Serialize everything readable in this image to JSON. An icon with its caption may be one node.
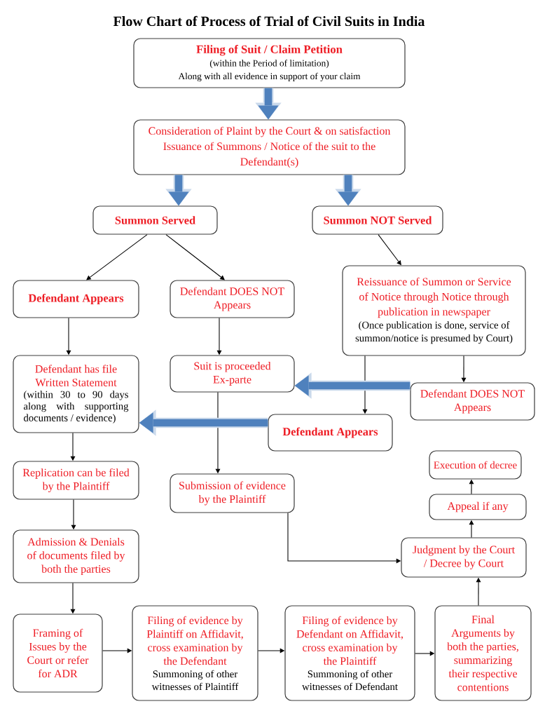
{
  "diagram": {
    "title": "Flow Chart of Process of Trial of Civil Suits in India",
    "nodes": [
      {
        "text": [
          "Filing of Suit / Claim Petition",
          "(within the Period of limitation)",
          "Along with all evidence in support of your claim"
        ]
      },
      {
        "text": [
          "Consideration of Plaint by the Court & on satisfaction Issuance of Summons / Notice of the suit to the Defendant(s)"
        ]
      },
      {
        "text": [
          "Summon Served"
        ]
      },
      {
        "text": [
          "Summon NOT Served"
        ]
      },
      {
        "text": [
          "Defendant Appears"
        ]
      },
      {
        "text": [
          "Defendant DOES NOT Appears"
        ]
      },
      {
        "text": [
          "Reissuance of Summon or Service of Notice through Notice through publication in newspaper",
          "(Once publication is done, service of summon/notice is presumed by Court)"
        ]
      },
      {
        "text": [
          "Defendant has file Written Statement",
          "(within 30 to 90 days along with supporting documents / evidence)"
        ]
      },
      {
        "text": [
          "Suit is proceeded Ex-parte"
        ]
      },
      {
        "text": [
          "Defendant DOES NOT Appears"
        ]
      },
      {
        "text": [
          "Defendant Appears"
        ]
      },
      {
        "text": [
          "Replication can be filed by the Plaintiff"
        ]
      },
      {
        "text": [
          "Submission of evidence by the Plaintiff"
        ]
      },
      {
        "text": [
          "Execution of decree"
        ]
      },
      {
        "text": [
          "Appeal if any"
        ]
      },
      {
        "text": [
          "Judgment by the Court / Decree by Court"
        ]
      },
      {
        "text": [
          "Admission & Denials of documents filed by both the parties"
        ]
      },
      {
        "text": [
          "Framing of Issues by the Court or refer for ADR"
        ]
      },
      {
        "text": [
          "Filing of evidence by Plaintiff on Affidavit, cross examination by the Defendant",
          "Summoning of other witnesses of Plaintiff"
        ]
      },
      {
        "text": [
          "Filing of evidence by Defendant on Affidavit, cross examination by the Plaintiff",
          "Summoning of other witnesses of Defendant"
        ]
      },
      {
        "text": [
          "Final Arguments by both the parties, summarizing their respective contentions"
        ]
      }
    ],
    "edges": [
      {
        "from": 0,
        "to": 1,
        "arrow": "to",
        "style": "thick",
        "color": "#4f81bd"
      },
      {
        "from": 1,
        "to": 2,
        "arrow": "to",
        "style": "thick",
        "color": "#4f81bd"
      },
      {
        "from": 1,
        "to": 3,
        "arrow": "to",
        "style": "thick",
        "color": "#4f81bd"
      },
      {
        "from": 2,
        "to": 4,
        "arrow": "to"
      },
      {
        "from": 2,
        "to": 5,
        "arrow": "to"
      },
      {
        "from": 3,
        "to": 6,
        "arrow": "to"
      },
      {
        "from": 4,
        "to": 7,
        "arrow": "to"
      },
      {
        "from": 5,
        "to": 8,
        "arrow": "to"
      },
      {
        "from": 6,
        "to": 10,
        "arrow": "to"
      },
      {
        "from": 6,
        "to": 9,
        "arrow": "to"
      },
      {
        "from": 9,
        "to": 8,
        "arrow": "to",
        "style": "thick",
        "color": "#4f81bd"
      },
      {
        "from": 10,
        "to": 7,
        "arrow": "to",
        "style": "thick",
        "color": "#4f81bd"
      },
      {
        "from": 8,
        "to": 12,
        "arrow": "to"
      },
      {
        "from": 7,
        "to": 11,
        "arrow": "to"
      },
      {
        "from": 11,
        "to": 16,
        "arrow": "to"
      },
      {
        "from": 16,
        "to": 17,
        "arrow": "to"
      },
      {
        "from": 17,
        "to": 18,
        "arrow": "to"
      },
      {
        "from": 18,
        "to": 19,
        "arrow": "to"
      },
      {
        "from": 19,
        "to": 20,
        "arrow": "to"
      },
      {
        "from": 20,
        "to": 15,
        "arrow": "to"
      },
      {
        "from": 15,
        "to": 14,
        "arrow": "to"
      },
      {
        "from": 14,
        "to": 13,
        "arrow": "to"
      },
      {
        "from": 12,
        "to": 15,
        "arrow": "to"
      }
    ]
  }
}
